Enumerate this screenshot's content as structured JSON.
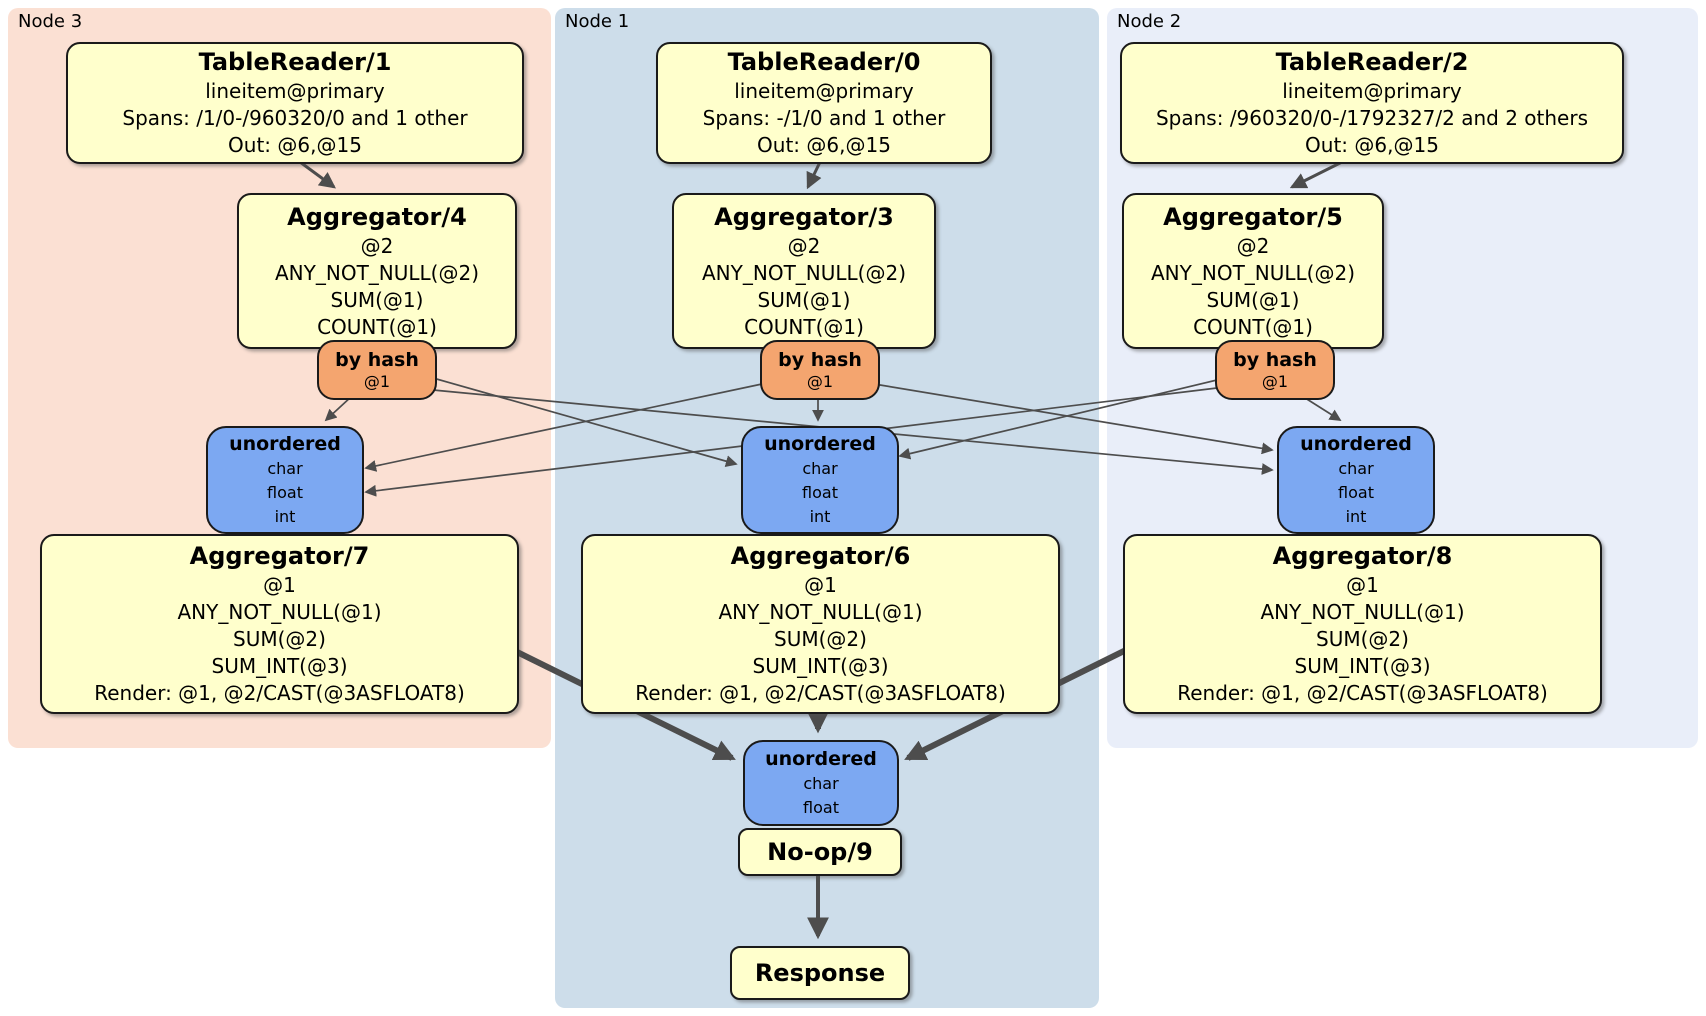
{
  "colors": {
    "canvas-bg": "#ffffff",
    "node3-bg": "#fbe0d3",
    "node1-bg": "#cdddea",
    "node2-bg": "#e9eef9",
    "box-yellow": "#ffffcc",
    "box-orange": "#f4a56f",
    "box-blue": "#7ca8f2",
    "edge": "#4d4d4d"
  },
  "regions": {
    "node3": {
      "label": "Node 3"
    },
    "node1": {
      "label": "Node 1"
    },
    "node2": {
      "label": "Node 2"
    }
  },
  "processors": {
    "tr1": {
      "title": "TableReader/1",
      "lines": [
        "lineitem@primary",
        "Spans: /1/0-/960320/0 and 1 other",
        "Out: @6,@15"
      ]
    },
    "tr0": {
      "title": "TableReader/0",
      "lines": [
        "lineitem@primary",
        "Spans: -/1/0 and 1 other",
        "Out: @6,@15"
      ]
    },
    "tr2": {
      "title": "TableReader/2",
      "lines": [
        "lineitem@primary",
        "Spans: /960320/0-/1792327/2 and 2 others",
        "Out: @6,@15"
      ]
    },
    "agg4": {
      "title": "Aggregator/4",
      "lines": [
        "@2",
        "ANY_NOT_NULL(@2)",
        "SUM(@1)",
        "COUNT(@1)"
      ]
    },
    "agg3": {
      "title": "Aggregator/3",
      "lines": [
        "@2",
        "ANY_NOT_NULL(@2)",
        "SUM(@1)",
        "COUNT(@1)"
      ]
    },
    "agg5": {
      "title": "Aggregator/5",
      "lines": [
        "@2",
        "ANY_NOT_NULL(@2)",
        "SUM(@1)",
        "COUNT(@1)"
      ]
    },
    "agg7": {
      "title": "Aggregator/7",
      "lines": [
        "@1",
        "ANY_NOT_NULL(@1)",
        "SUM(@2)",
        "SUM_INT(@3)",
        "Render: @1, @2/CAST(@3ASFLOAT8)"
      ]
    },
    "agg6": {
      "title": "Aggregator/6",
      "lines": [
        "@1",
        "ANY_NOT_NULL(@1)",
        "SUM(@2)",
        "SUM_INT(@3)",
        "Render: @1, @2/CAST(@3ASFLOAT8)"
      ]
    },
    "agg8": {
      "title": "Aggregator/8",
      "lines": [
        "@1",
        "ANY_NOT_NULL(@1)",
        "SUM(@2)",
        "SUM_INT(@3)",
        "Render: @1, @2/CAST(@3ASFLOAT8)"
      ]
    },
    "noop": {
      "title": "No-op/9"
    },
    "response": {
      "title": "Response"
    }
  },
  "routers": {
    "byhash3": {
      "title": "by hash",
      "lines": [
        "@1"
      ]
    },
    "byhash1": {
      "title": "by hash",
      "lines": [
        "@1"
      ]
    },
    "byhash2": {
      "title": "by hash",
      "lines": [
        "@1"
      ]
    }
  },
  "syncs": {
    "unordered3": {
      "title": "unordered",
      "lines": [
        "char",
        "float",
        "int"
      ]
    },
    "unordered1": {
      "title": "unordered",
      "lines": [
        "char",
        "float",
        "int"
      ]
    },
    "unordered2": {
      "title": "unordered",
      "lines": [
        "char",
        "float",
        "int"
      ]
    },
    "unorderedFinal": {
      "title": "unordered",
      "lines": [
        "char",
        "float"
      ]
    }
  }
}
